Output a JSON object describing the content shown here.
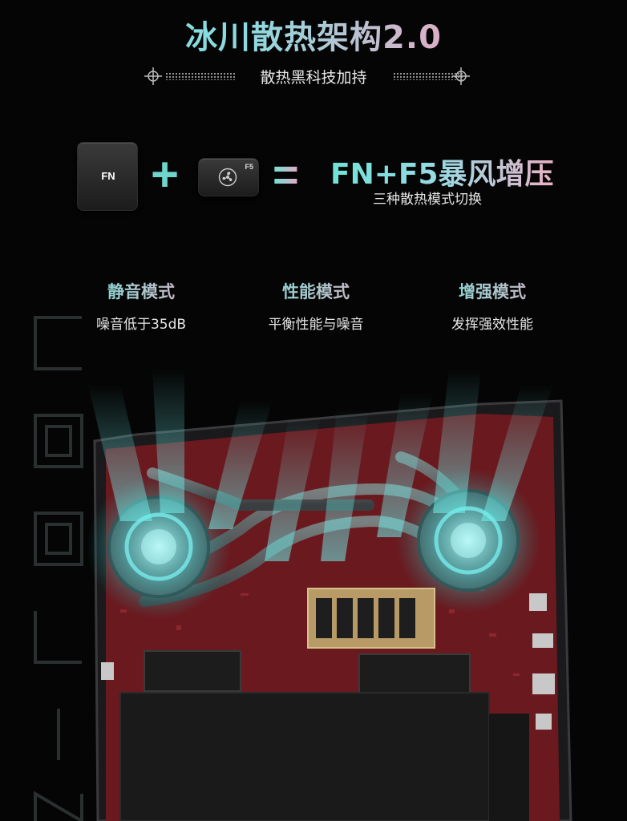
{
  "header": {
    "title": "冰川散热架构2.0",
    "subtitle": "散热黑科技加持"
  },
  "hotkey": {
    "key1_label": "FN",
    "key2_label": "F5",
    "key2_icon": "fan-icon",
    "plus": "+",
    "equals": "=",
    "combo_title": "FN+F5暴风增压",
    "combo_subtitle": "三种散热模式切换"
  },
  "modes": [
    {
      "name": "静音模式",
      "desc": "噪音低于35dB"
    },
    {
      "name": "性能模式",
      "desc": "平衡性能与噪音"
    },
    {
      "name": "增强模式",
      "desc": "发挥强效性能"
    }
  ],
  "colors": {
    "accent_cyan": "#6fe3d8",
    "accent_pink": "#e8a9c2",
    "background": "#050505",
    "pcb_red": "#7a1e22"
  }
}
